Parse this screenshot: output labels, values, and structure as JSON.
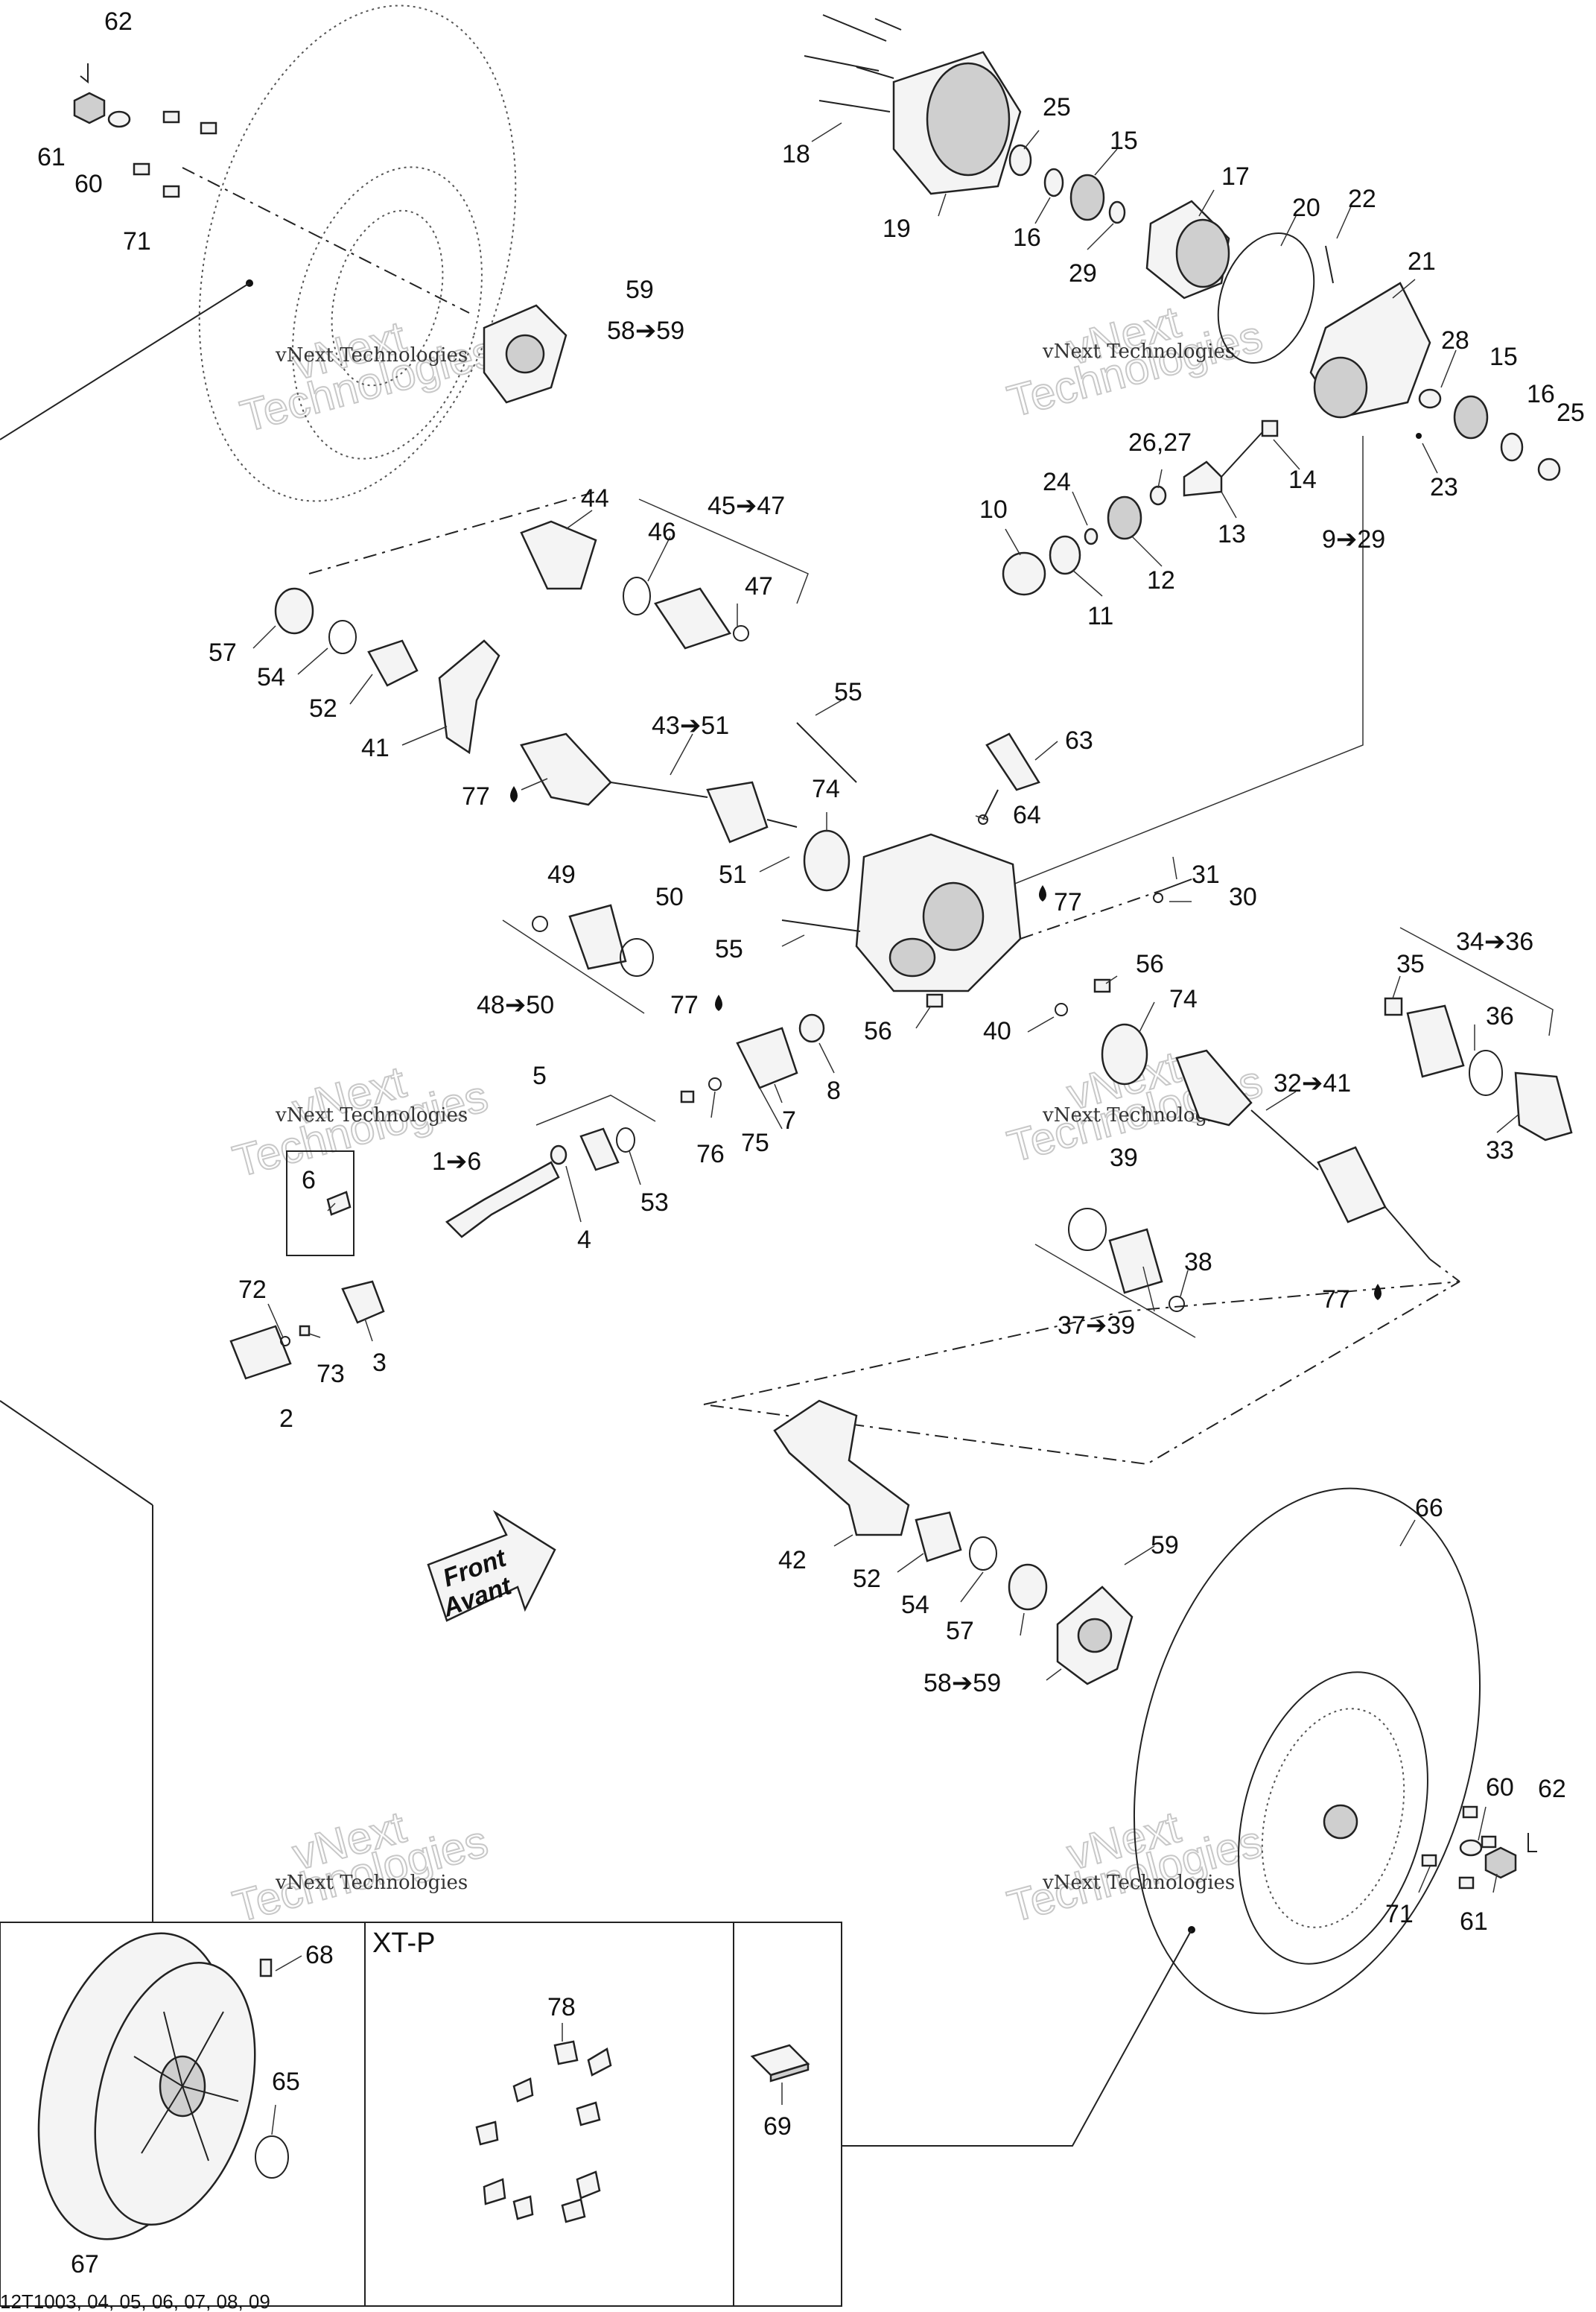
{
  "labels": {
    "l62a": "62",
    "l61a": "61",
    "l60a": "60",
    "l71a": "71",
    "l59a": "59",
    "l58a": "58➔59",
    "l18": "18",
    "l19": "19",
    "l25a": "25",
    "l15a": "15",
    "l16a": "16",
    "l29": "29",
    "l17": "17",
    "l20": "20",
    "l22": "22",
    "l21": "21",
    "l28": "28",
    "l15b": "15",
    "l16b": "16",
    "l25b": "25",
    "l23": "23",
    "l14": "14",
    "l9": "9➔29",
    "l13": "13",
    "l2627": "26,27",
    "l24": "24",
    "l12": "12",
    "l11": "11",
    "l10": "10",
    "l44": "44",
    "l46": "46",
    "l4547": "45➔47",
    "l47": "47",
    "l57a": "57",
    "l54a": "54",
    "l52a": "52",
    "l41": "41",
    "l77a": "77",
    "l4351": "43➔51",
    "l55a": "55",
    "l63": "63",
    "l74a": "74",
    "l64": "64",
    "l51": "51",
    "l49": "49",
    "l50": "50",
    "l4850": "48➔50",
    "l55b": "55",
    "l77b": "77",
    "l31": "31",
    "l30": "30",
    "l77c": "77",
    "l56a": "56",
    "l56b": "56",
    "l40": "40",
    "l74b": "74",
    "l3436": "34➔36",
    "l35": "35",
    "l36": "36",
    "l33": "33",
    "l3241": "32➔41",
    "l8": "8",
    "l5": "5",
    "l7": "7",
    "l75": "75",
    "l76": "76",
    "l53": "53",
    "l16": "1➔6",
    "l4": "4",
    "l6": "6",
    "l39": "39",
    "l38": "38",
    "l3739": "37➔39",
    "l77d": "77",
    "l72": "72",
    "l73": "73",
    "l3": "3",
    "l2": "2",
    "l42": "42",
    "l52b": "52",
    "l54b": "54",
    "l57b": "57",
    "l59b": "59",
    "l58b": "58➔59",
    "l66": "66",
    "l60b": "60",
    "l62b": "62",
    "l71b": "71",
    "l61b": "61",
    "l68": "68",
    "l65": "65",
    "l67": "67",
    "l78": "78",
    "l69": "69"
  },
  "watermark": {
    "line1": "vNext Technologies",
    "line2a": "vNext",
    "line2b": "Technologies"
  },
  "front_arrow": {
    "line1": "Front",
    "line2": "Avant"
  },
  "inset": {
    "title": "XT-P"
  },
  "reference": "12T1003, 04, 05, 06, 07, 08, 09"
}
